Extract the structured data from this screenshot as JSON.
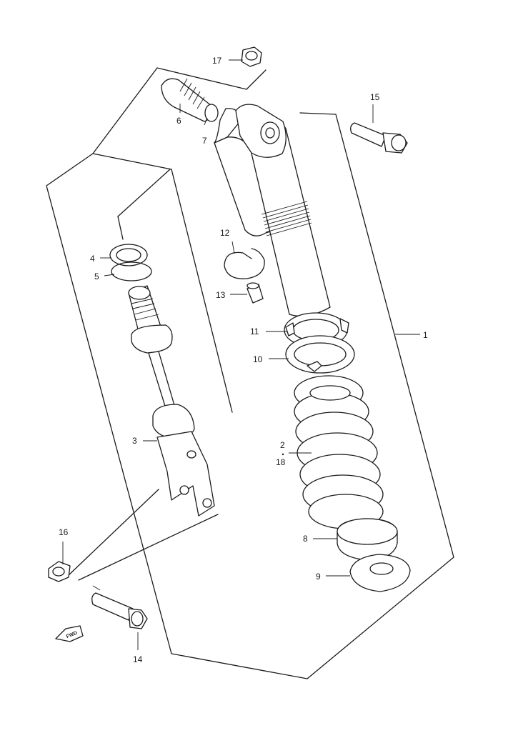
{
  "labels": {
    "p1": "1",
    "p2": "2",
    "p18": "18",
    "p3": "3",
    "p4": "4",
    "p5": "5",
    "p6": "6",
    "p7": "7",
    "p8": "8",
    "p9": "9",
    "p10": "10",
    "p11": "11",
    "p12": "12",
    "p13": "13",
    "p14": "14",
    "p15": "15",
    "p16": "16",
    "p17": "17"
  },
  "fwd_badge": "FWD",
  "icons": {
    "fwd": "fwd-arrow-icon"
  }
}
